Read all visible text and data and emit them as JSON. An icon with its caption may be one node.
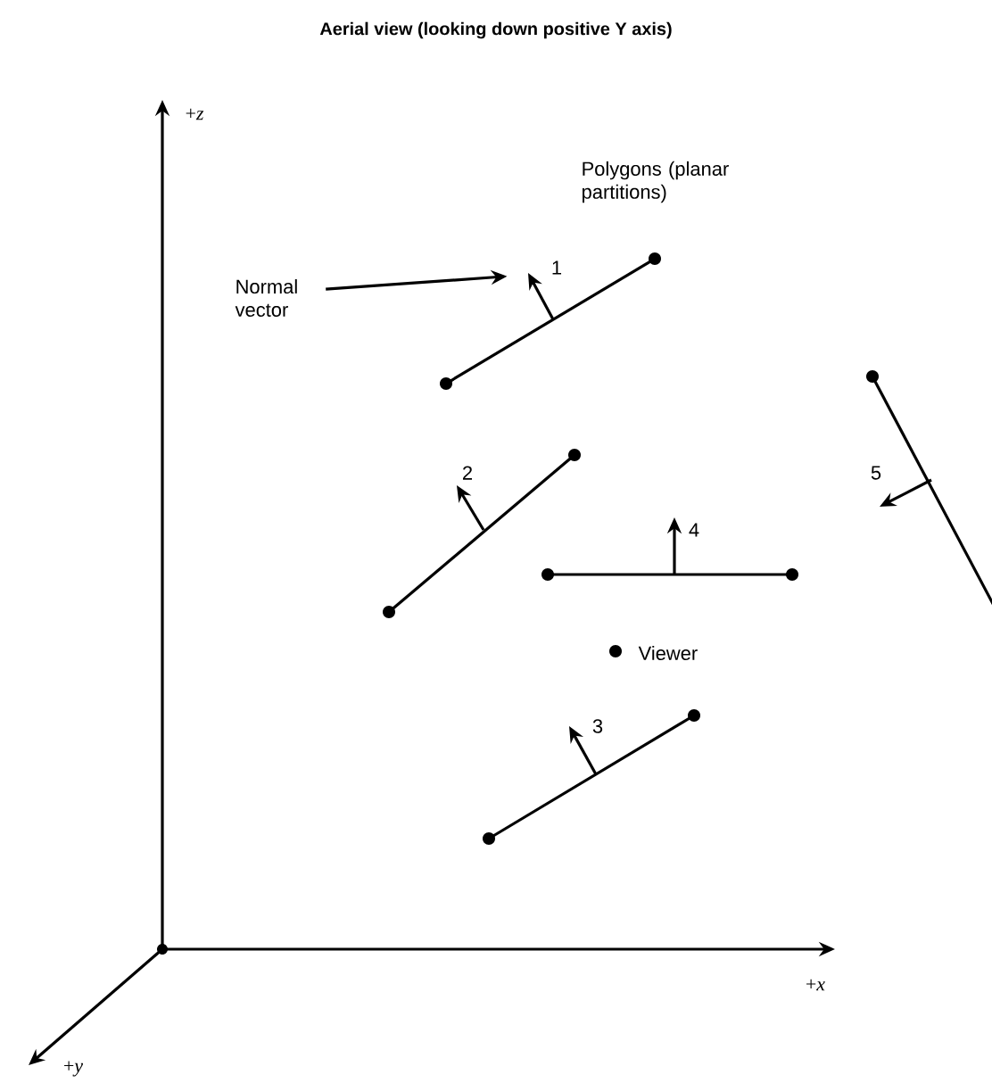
{
  "diagram": {
    "title": "Aerial view (looking down positive Y axis)",
    "nodes": [
      {
        "text": [
          "Normal vector"
        ]
      },
      {
        "text": [],
        "shape": "arrow"
      }
    ],
    "edges": [
      {
        "from": 0,
        "to": 1,
        "arrow": "to"
      }
    ],
    "labels": [
      "+*z*",
      "Polygons (planar partitions)",
      "1",
      "2",
      "4",
      "5",
      "Viewer",
      "3",
      "+*x*",
      "+*y*"
    ]
  }
}
